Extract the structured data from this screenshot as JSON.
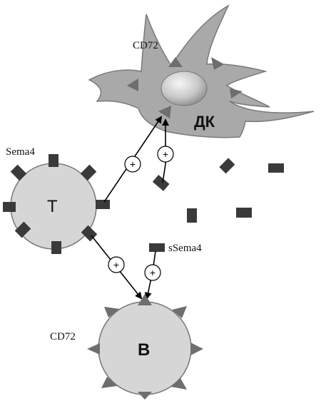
{
  "labels": {
    "cd72_top": "CD72",
    "dc": "ДК",
    "sema4": "Sema4",
    "t_cell": "T",
    "ssema4": "sSema4",
    "cd72_bottom": "CD72",
    "b_cell": "B"
  },
  "plus_sign": "+",
  "colors": {
    "cell_fill": "#d6d6d6",
    "dc_fill": "#a9a9a9",
    "receptor_dark": "#3a3a3a",
    "triangle_fill": "#6e6e6e",
    "arrow": "#000000",
    "nucleus_light": "#e6e6e6"
  }
}
